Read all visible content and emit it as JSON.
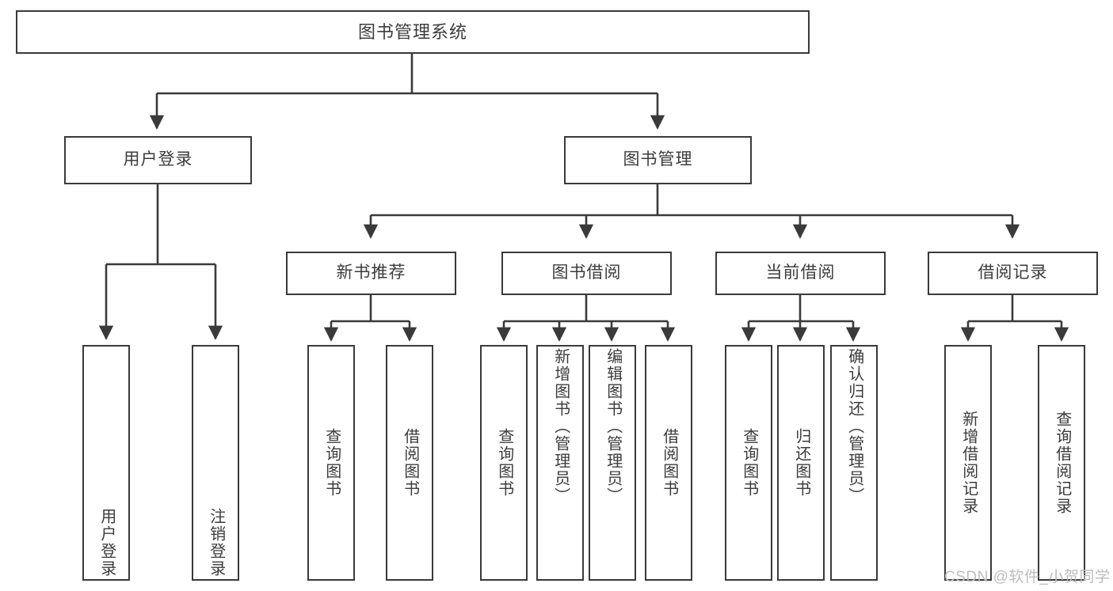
{
  "diagram": {
    "type": "tree-hierarchy",
    "title": "图书管理系统",
    "watermark": "CSDN @软件_小贺同学",
    "colors": {
      "stroke": "#3a3a3a",
      "fill": "#ffffff",
      "text": "#3c3c3c",
      "watermark": "#bdbdbd",
      "background": "#ffffff"
    },
    "levels": {
      "root": {
        "label": "图书管理系统"
      },
      "level2": [
        {
          "label": "用户登录"
        },
        {
          "label": "图书管理"
        }
      ],
      "level3": [
        {
          "label": "新书推荐"
        },
        {
          "label": "图书借阅"
        },
        {
          "label": "当前借阅"
        },
        {
          "label": "借阅记录"
        }
      ],
      "leaves": {
        "user_login": [
          {
            "label": "用户登录"
          },
          {
            "label": "注销登录"
          }
        ],
        "new_book_recommend": [
          {
            "label": "查询图书"
          },
          {
            "label": "借阅图书"
          }
        ],
        "book_borrow": [
          {
            "label": "查询图书"
          },
          {
            "label": "新增图书（管理员）"
          },
          {
            "label": "编辑图书（管理员）"
          },
          {
            "label": "借阅图书"
          }
        ],
        "current_borrow": [
          {
            "label": "查询图书"
          },
          {
            "label": "归还图书"
          },
          {
            "label": "确认归还（管理员）"
          }
        ],
        "borrow_record": [
          {
            "label": "新增借阅记录"
          },
          {
            "label": "查询借阅记录"
          }
        ]
      }
    }
  }
}
